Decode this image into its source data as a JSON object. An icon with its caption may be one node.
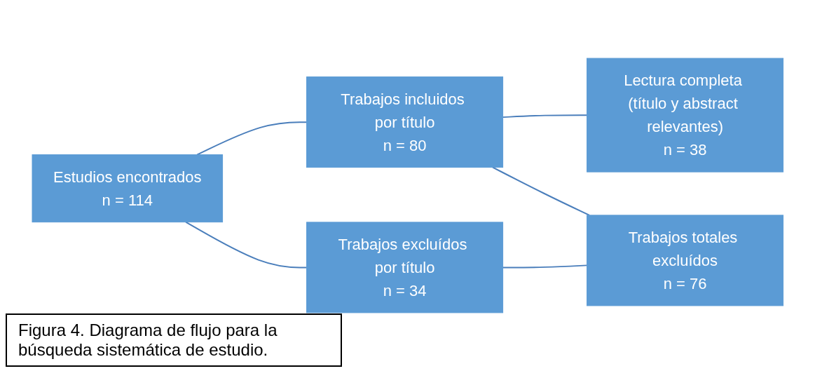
{
  "diagram": {
    "caption": "Figura 4. Diagrama de flujo para la búsqueda sistemática de estudio.",
    "nodes": [
      {
        "text": [
          "Estudios encontrados",
          "n = 114"
        ]
      },
      {
        "text": [
          "Trabajos incluidos por título",
          "n = 80"
        ]
      },
      {
        "text": [
          "Trabajos excluídos por título",
          "n = 34"
        ]
      },
      {
        "text": [
          "Lectura completa (título y abstract relevantes)",
          "n = 38"
        ]
      },
      {
        "text": [
          "Trabajos totales excluídos",
          "n = 76"
        ]
      }
    ],
    "edges": [
      {
        "from": 0,
        "to": 1,
        "arrow": "none"
      },
      {
        "from": 0,
        "to": 2,
        "arrow": "none"
      },
      {
        "from": 1,
        "to": 3,
        "arrow": "none"
      },
      {
        "from": 1,
        "to": 4,
        "arrow": "none"
      },
      {
        "from": 2,
        "to": 4,
        "arrow": "none"
      }
    ]
  }
}
